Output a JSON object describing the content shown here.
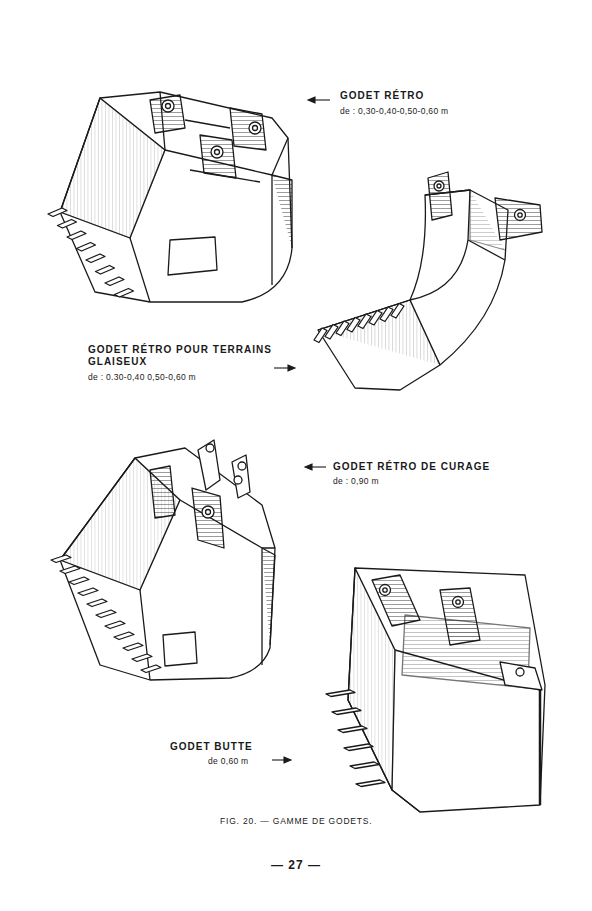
{
  "diagram": {
    "caption": "FIG. 20. — GAMME DE GODETS.",
    "labels": [
      "GODET RÉTRO",
      "de : 0,30-0,40-0,50-0,60 m",
      "GODET RÉTRO POUR TERRAINS GLAISEUX",
      "de : 0.30-0,40 0,50-0,60 m",
      "GODET RÉTRO DE CURAGE",
      "de : 0,90 m",
      "GODET BUTTE",
      "de 0,60 m",
      "— 27 —"
    ]
  }
}
